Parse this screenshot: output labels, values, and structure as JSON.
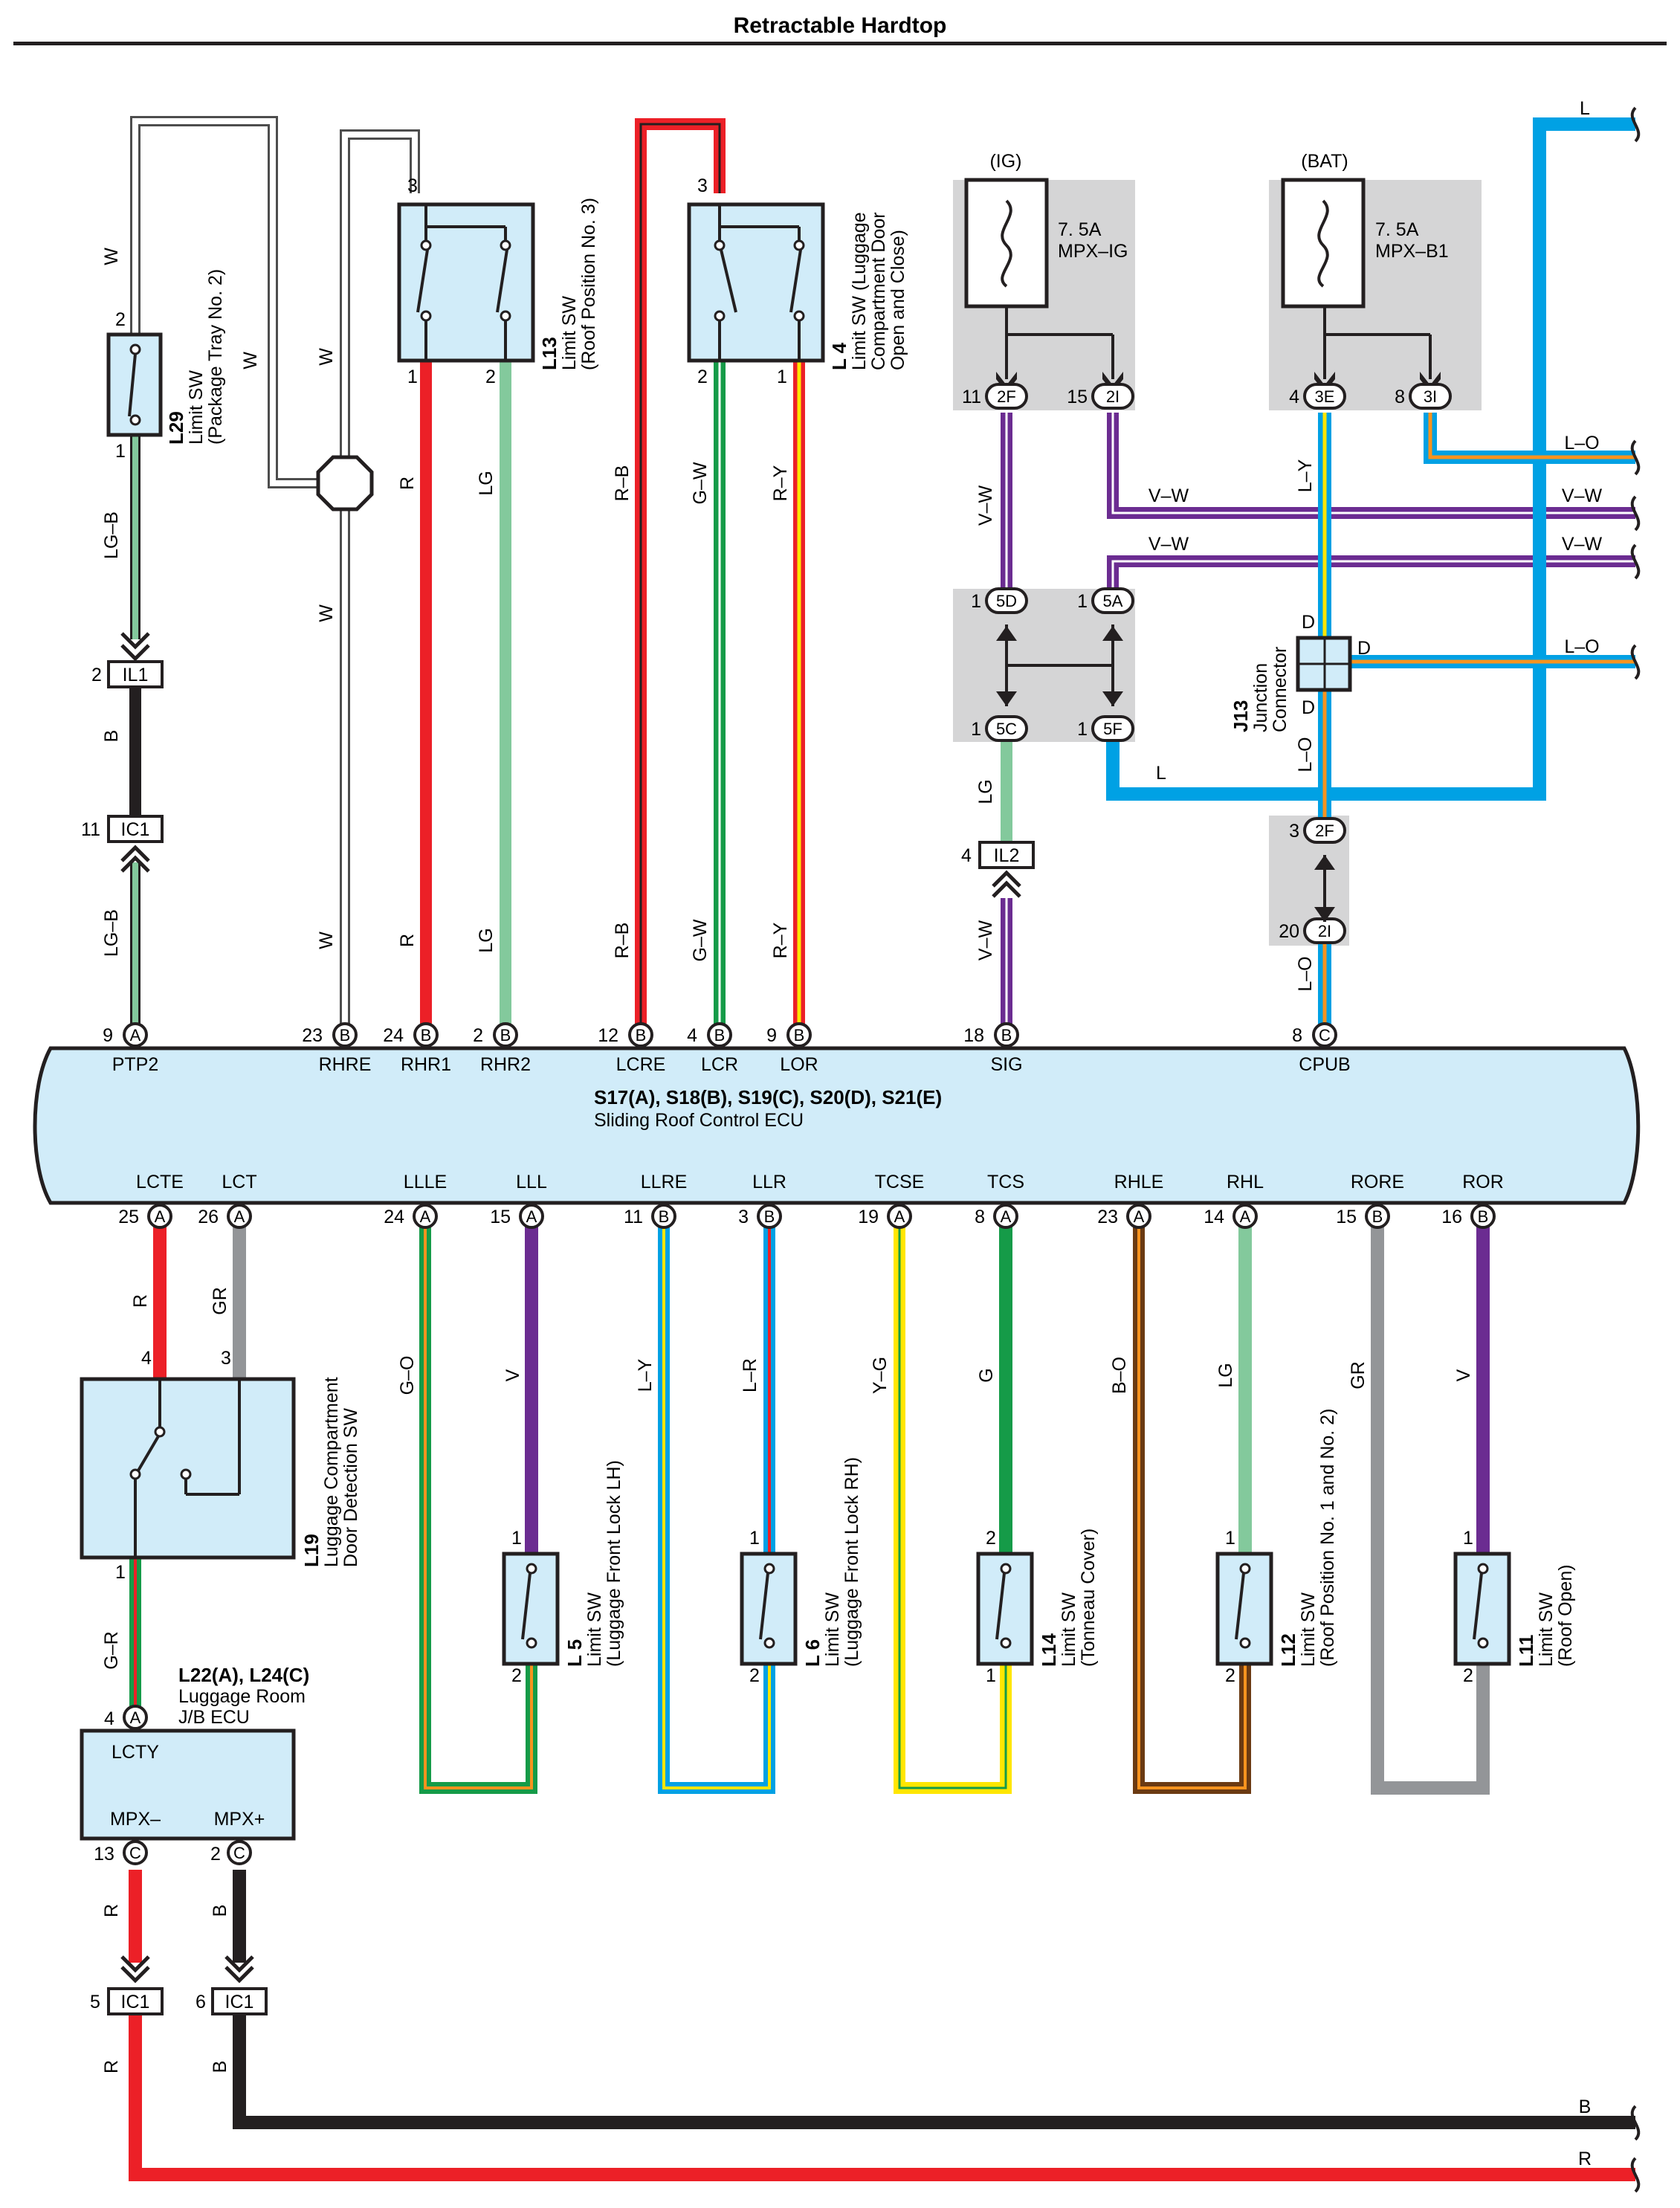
{
  "title": "Retractable Hardtop",
  "ecu": {
    "name": "S17(A), S18(B), S19(C), S20(D), S21(E)",
    "desc": "Sliding Roof Control ECU",
    "top_pins": [
      {
        "num": "9",
        "conn": "A",
        "label": "PTP2"
      },
      {
        "num": "23",
        "conn": "B",
        "label": "RHRE"
      },
      {
        "num": "24",
        "conn": "B",
        "label": "RHR1"
      },
      {
        "num": "2",
        "conn": "B",
        "label": "RHR2"
      },
      {
        "num": "12",
        "conn": "B",
        "label": "LCRE"
      },
      {
        "num": "4",
        "conn": "B",
        "label": "LCR"
      },
      {
        "num": "9",
        "conn": "B",
        "label": "LOR"
      },
      {
        "num": "18",
        "conn": "B",
        "label": "SIG"
      },
      {
        "num": "8",
        "conn": "C",
        "label": "CPUB"
      }
    ],
    "bottom_pins": [
      {
        "num": "25",
        "conn": "A",
        "label": "LCTE"
      },
      {
        "num": "26",
        "conn": "A",
        "label": "LCT"
      },
      {
        "num": "24",
        "conn": "A",
        "label": "LLLE"
      },
      {
        "num": "15",
        "conn": "A",
        "label": "LLL"
      },
      {
        "num": "11",
        "conn": "B",
        "label": "LLRE"
      },
      {
        "num": "3",
        "conn": "B",
        "label": "LLR"
      },
      {
        "num": "19",
        "conn": "A",
        "label": "TCSE"
      },
      {
        "num": "8",
        "conn": "A",
        "label": "TCS"
      },
      {
        "num": "23",
        "conn": "A",
        "label": "RHLE"
      },
      {
        "num": "14",
        "conn": "A",
        "label": "RHL"
      },
      {
        "num": "15",
        "conn": "B",
        "label": "RORE"
      },
      {
        "num": "16",
        "conn": "B",
        "label": "ROR"
      }
    ]
  },
  "components": {
    "l29": {
      "id": "L29",
      "l1": "Limit SW",
      "l2": "(Package Tray No. 2)",
      "pin_top": "2",
      "pin_bottom": "1"
    },
    "l13": {
      "id": "L13",
      "l1": "Limit SW",
      "l2": "(Roof Position No. 3)",
      "pin_top": "3",
      "pin_a": "1",
      "pin_b": "2"
    },
    "l4": {
      "id": "L 4",
      "l1": "Limit SW (Luggage",
      "l2": "Compartment Door",
      "l3": "Open and Close)",
      "pin_top": "3",
      "pin_a": "2",
      "pin_b": "1"
    },
    "l19": {
      "id": "L19",
      "l1": "Luggage Compartment",
      "l2": "Door Detection SW",
      "pin_a": "4",
      "pin_b": "3",
      "pin_c": "1"
    },
    "l22": {
      "id": "L22(A), L24(C)",
      "l1": "Luggage Room",
      "l2": "J/B ECU",
      "pin_in_num": "4",
      "pin_in_conn": "A",
      "terminal": "LCTY",
      "mpx_minus": "MPX–",
      "mpx_plus": "MPX+",
      "pin_m_num": "13",
      "pin_m_conn": "C",
      "pin_p_num": "2",
      "pin_p_conn": "C"
    },
    "j13": {
      "id": "J13",
      "l1": "Junction",
      "l2": "Connector",
      "d": "D"
    },
    "l5": {
      "id": "L 5",
      "l1": "Limit SW",
      "l2": "(Luggage Front Lock LH)",
      "pin_top": "1",
      "pin_bottom": "2"
    },
    "l6": {
      "id": "L 6",
      "l1": "Limit SW",
      "l2": "(Luggage Front Lock RH)",
      "pin_top": "1",
      "pin_bottom": "2"
    },
    "l14": {
      "id": "L14",
      "l1": "Limit SW",
      "l2": "(Tonneau Cover)",
      "pin_top": "2",
      "pin_bottom": "1"
    },
    "l12": {
      "id": "L12",
      "l1": "Limit SW",
      "l2": "(Roof Position No. 1 and No. 2)",
      "pin_top": "1",
      "pin_bottom": "2"
    },
    "l11": {
      "id": "L11",
      "l1": "Limit SW",
      "l2": "(Roof Open)",
      "pin_top": "1",
      "pin_bottom": "2"
    }
  },
  "fuses": {
    "ig": {
      "source": "(IG)",
      "rating": "7. 5A",
      "name": "MPX–IG",
      "p1_num": "11",
      "p1": "2F",
      "p2_num": "15",
      "p2": "2I"
    },
    "bat": {
      "source": "(BAT)",
      "rating": "7. 5A",
      "name": "MPX–B1",
      "p1_num": "4",
      "p1": "3E",
      "p2_num": "8",
      "p2": "3I"
    }
  },
  "junction_blocks": {
    "mid": {
      "p1_num": "1",
      "p1": "5D",
      "p2_num": "1",
      "p2": "5A",
      "p3_num": "1",
      "p3": "5C",
      "p4_num": "1",
      "p4": "5F"
    },
    "low": {
      "p1_num": "3",
      "p1": "2F",
      "p2_num": "20",
      "p2": "2I"
    }
  },
  "connectors": {
    "il1": {
      "num": "2",
      "name": "IL1"
    },
    "ic1_top": {
      "num": "11",
      "name": "IC1"
    },
    "il2": {
      "num": "4",
      "name": "IL2"
    },
    "ic1_left": {
      "num": "5",
      "name": "IC1"
    },
    "ic1_right": {
      "num": "6",
      "name": "IC1"
    }
  },
  "wire_labels": {
    "w": "W",
    "lgb": "LG–B",
    "b": "B",
    "r": "R",
    "lg": "LG",
    "rb": "R–B",
    "gw": "G–W",
    "ry": "R–Y",
    "vw": "V–W",
    "l": "L",
    "lo": "L–O",
    "ly": "L–Y",
    "gr": "GR",
    "go": "G–O",
    "v": "V",
    "lr": "L–R",
    "yg": "Y–G",
    "g": "G",
    "bo": "B–O",
    "gr2": "G–R"
  },
  "colors": {
    "white_wire": "#ffffff",
    "outline": "#4d4d4d",
    "red": "#ec2027",
    "green_light": "#83c99c",
    "green": "#159b48",
    "yellow": "#ffe600",
    "violet": "#6b2c91",
    "blue": "#00a1e4",
    "orange": "#f7931e",
    "brown": "#6b3a12",
    "gray": "#939598",
    "black": "#231f20",
    "box_fill": "#d1ecf9",
    "block_fill": "#d5d5d6"
  }
}
